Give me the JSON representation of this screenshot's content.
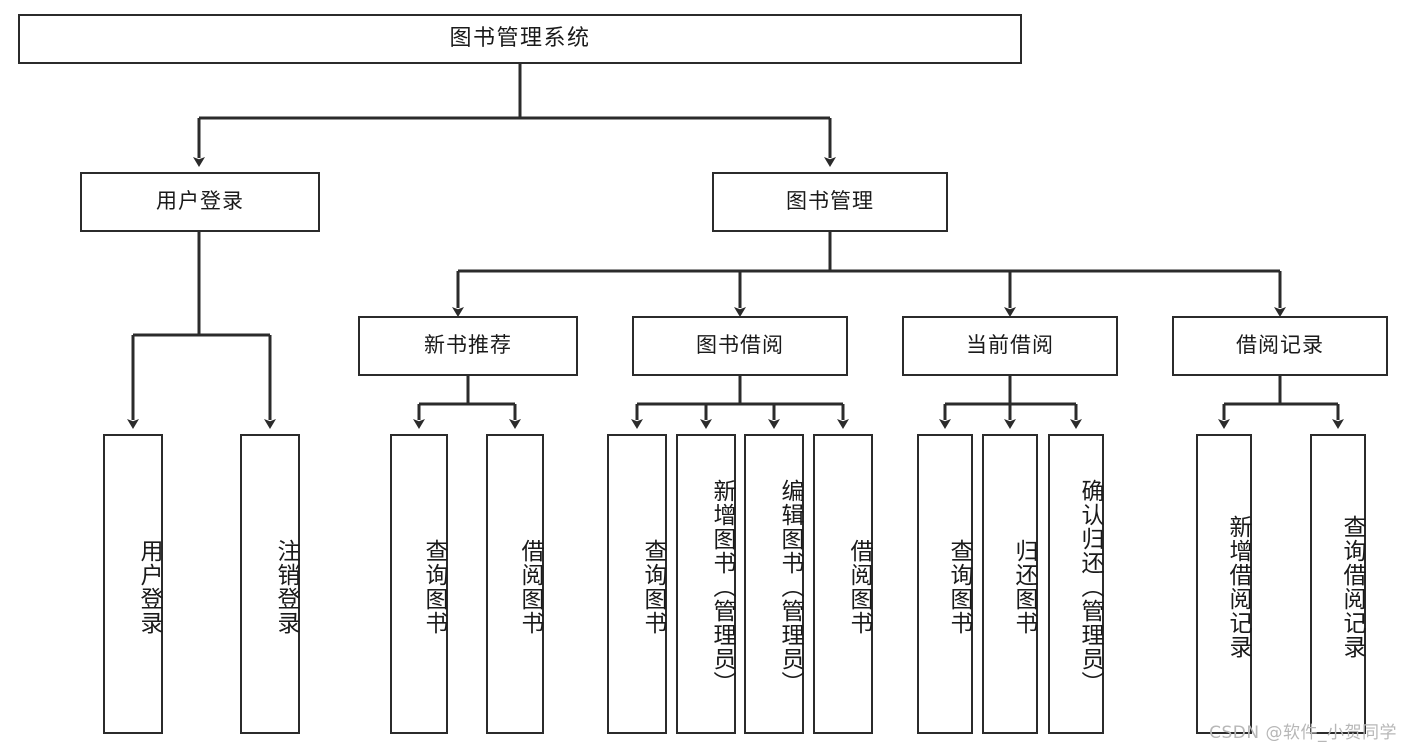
{
  "diagram": {
    "title": "图书管理系统",
    "type": "tree-hierarchy",
    "watermark": "CSDN @软件_小贺同学",
    "colors": {
      "stroke": "#2b2b2b",
      "fill": "#ffffff",
      "text": "#1a1a1a",
      "watermark": "#b7b7b7"
    }
  },
  "nodes": {
    "root": {
      "label": "图书管理系统"
    },
    "level1": [
      {
        "id": "user-login",
        "label": "用户登录"
      },
      {
        "id": "book-manage",
        "label": "图书管理"
      }
    ],
    "level2": [
      {
        "id": "new-book-recommend",
        "label": "新书推荐"
      },
      {
        "id": "book-borrow",
        "label": "图书借阅"
      },
      {
        "id": "current-borrow",
        "label": "当前借阅"
      },
      {
        "id": "borrow-record",
        "label": "借阅记录"
      }
    ],
    "leaves": {
      "user_login": [
        {
          "id": "leaf-user-login",
          "label": "用户登录"
        },
        {
          "id": "leaf-logout-login",
          "label": "注销登录"
        }
      ],
      "new_book_recommend": [
        {
          "id": "leaf-query-book-1",
          "label": "查询图书"
        },
        {
          "id": "leaf-borrow-book-1",
          "label": "借阅图书"
        }
      ],
      "book_borrow": [
        {
          "id": "leaf-query-book-2",
          "label": "查询图书"
        },
        {
          "id": "leaf-add-book",
          "label": "新增图书（管理员）"
        },
        {
          "id": "leaf-edit-book",
          "label": "编辑图书（管理员）"
        },
        {
          "id": "leaf-borrow-book-2",
          "label": "借阅图书"
        }
      ],
      "current_borrow": [
        {
          "id": "leaf-query-book-3",
          "label": "查询图书"
        },
        {
          "id": "leaf-return-book",
          "label": "归还图书"
        },
        {
          "id": "leaf-confirm-return",
          "label": "确认归还（管理员）"
        }
      ],
      "borrow_record": [
        {
          "id": "leaf-add-borrow-record",
          "label": "新增借阅记录"
        },
        {
          "id": "leaf-query-borrow-record",
          "label": "查询借阅记录"
        }
      ]
    }
  }
}
